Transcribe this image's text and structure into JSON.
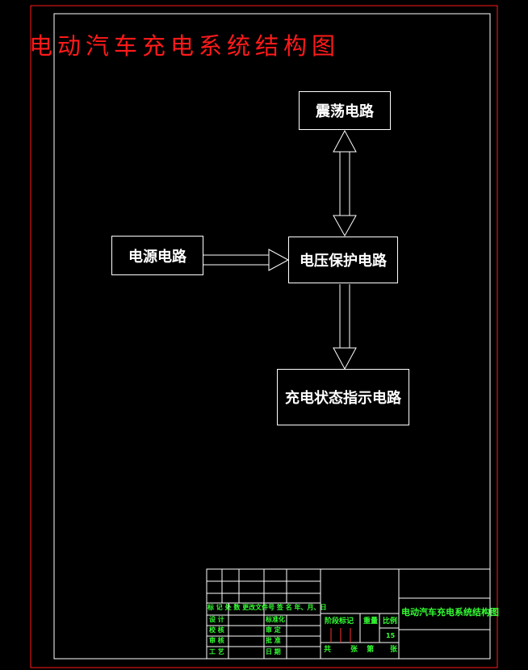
{
  "title": "电动汽车充电系统结构图",
  "blocks": {
    "oscillator": "震荡电路",
    "power_supply": "电源电路",
    "voltage_protection": "电压保护电路",
    "charge_indicator": "充电状态指示电路"
  },
  "title_block": {
    "header_row": "标 记 处 数 更改文件号 签 名 年、月、日",
    "design": "设 计",
    "check": "校 核",
    "review": "审 核",
    "process": "工 艺",
    "standardization": "标准化",
    "audit": "审 定",
    "approve": "批 准",
    "date": "日 期",
    "stage_mark": "阶段标记",
    "weight": "重量",
    "scale": "比例",
    "scale_value": "15",
    "sheets_total": "共",
    "sheets_label": "张 第",
    "sheet_suffix": "张",
    "drawing_name": "电动汽车充电系统结构图"
  },
  "colors": {
    "background": "#000000",
    "outer_border": "#ff1a1a",
    "inner_border": "#ffffff",
    "title": "#ff1a1a",
    "title_block_text": "#33ff33"
  }
}
